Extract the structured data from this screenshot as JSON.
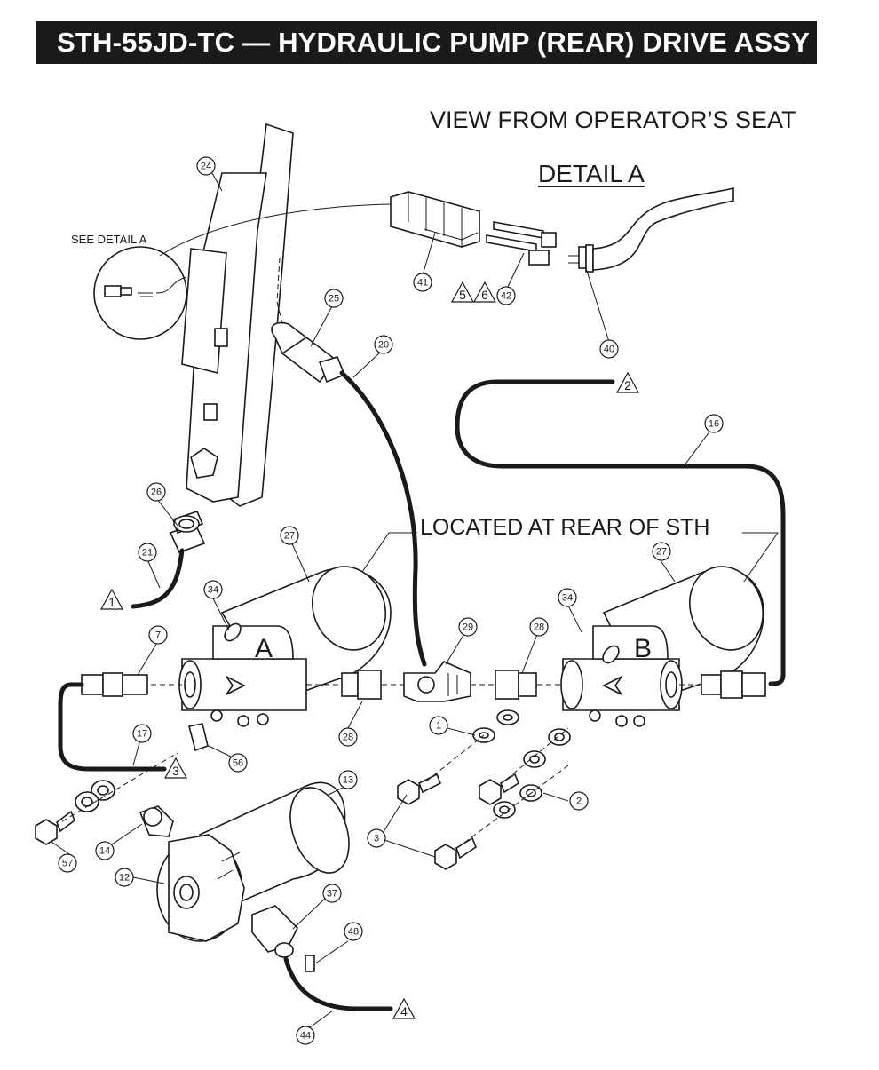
{
  "header": {
    "title": "STH-55JD-TC — HYDRAULIC PUMP (REAR) DRIVE ASSY"
  },
  "captions": {
    "view": "VIEW FROM OPERATOR’S SEAT",
    "detail": "DETAIL A",
    "see_detail": "SEE DETAIL A",
    "location": "LOCATED AT REAR OF STH"
  },
  "motor_labels": {
    "left": "A",
    "right": "B"
  },
  "callouts": [
    "24",
    "41",
    "42",
    "40",
    "25",
    "20",
    "16",
    "26",
    "21",
    "27",
    "34",
    "7",
    "29",
    "28",
    "27",
    "34",
    "28",
    "17",
    "56",
    "1",
    "2",
    "13",
    "3",
    "14",
    "12",
    "57",
    "37",
    "48",
    "44"
  ],
  "notes": [
    "5",
    "6",
    "2",
    "1",
    "3",
    "4"
  ]
}
